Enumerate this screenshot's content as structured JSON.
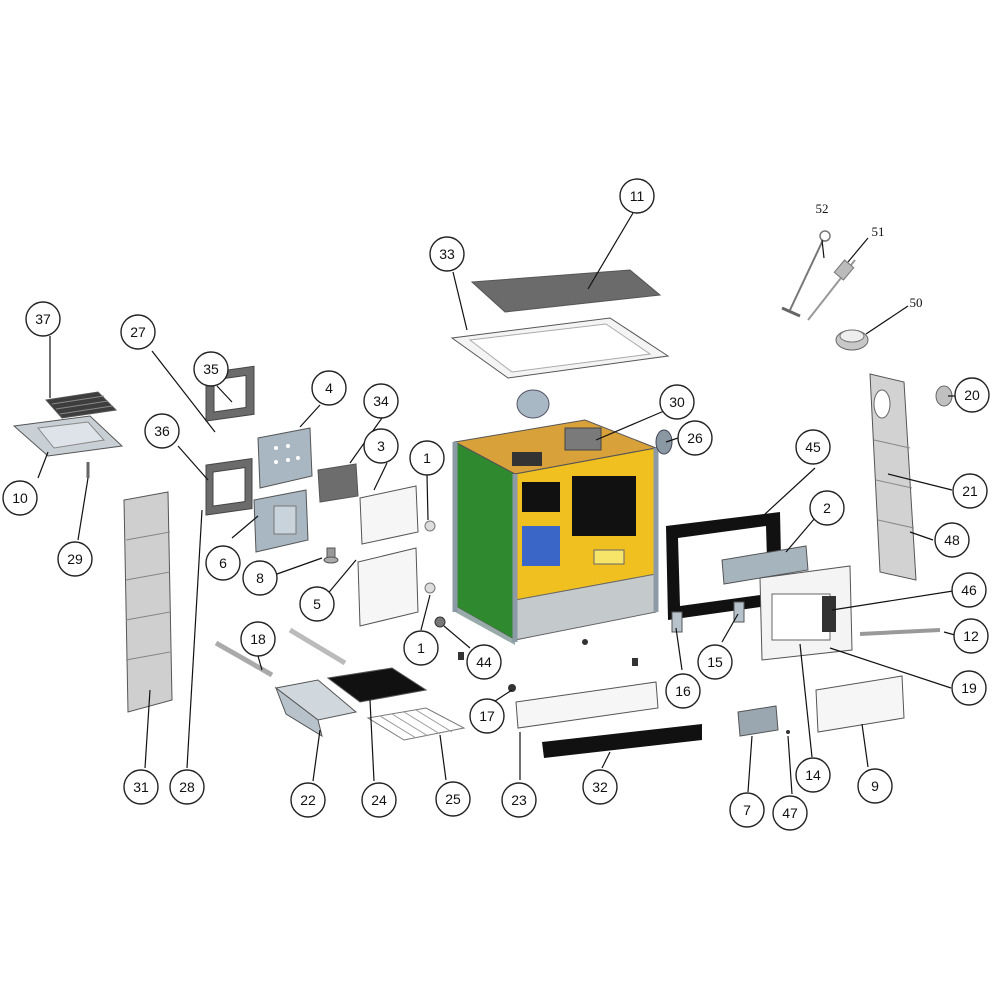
{
  "diagram": {
    "callouts": [
      "1",
      "1",
      "2",
      "3",
      "4",
      "5",
      "6",
      "7",
      "8",
      "9",
      "10",
      "11",
      "12",
      "14",
      "15",
      "16",
      "17",
      "18",
      "19",
      "20",
      "21",
      "22",
      "23",
      "24",
      "25",
      "26",
      "27",
      "28",
      "29",
      "30",
      "31",
      "32",
      "33",
      "34",
      "35",
      "36",
      "37",
      "44",
      "45",
      "46",
      "47",
      "48"
    ],
    "plain_labels": [
      "50",
      "51",
      "52"
    ]
  }
}
